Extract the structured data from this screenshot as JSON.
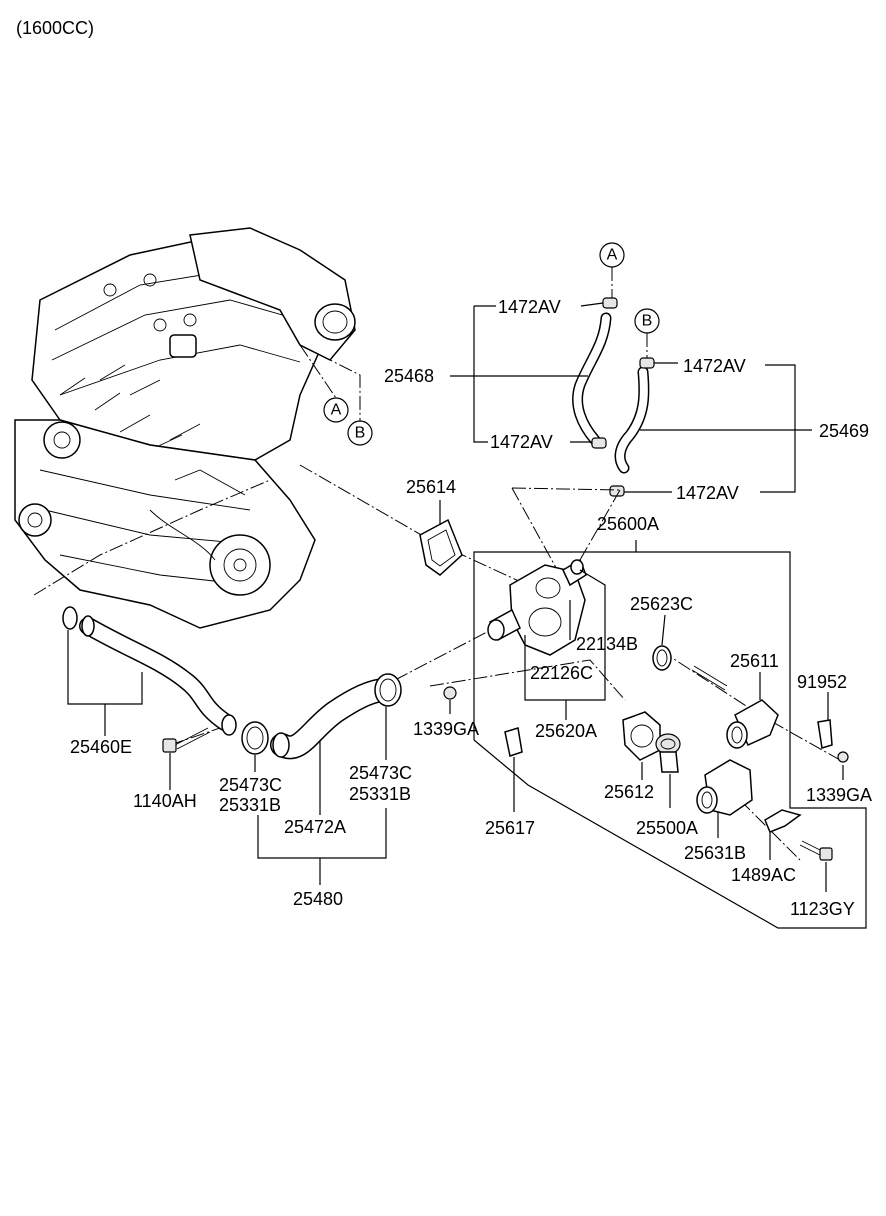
{
  "header": {
    "variant": "(1600CC)"
  },
  "refs": {
    "a": "A",
    "b": "B"
  },
  "parts": {
    "p1472av_1": "1472AV",
    "p1472av_2": "1472AV",
    "p1472av_3": "1472AV",
    "p1472av_4": "1472AV",
    "p25468": "25468",
    "p25469": "25469",
    "p25614": "25614",
    "p25600a": "25600A",
    "p25623c": "25623C",
    "p22134b": "22134B",
    "p22126c": "22126C",
    "p25620a": "25620A",
    "p25611": "25611",
    "p91952": "91952",
    "p1339ga_1": "1339GA",
    "p1339ga_2": "1339GA",
    "p25612": "25612",
    "p25500a": "25500A",
    "p25631b": "25631B",
    "p1489ac": "1489AC",
    "p1123gy": "1123GY",
    "p25617": "25617",
    "p25460e": "25460E",
    "p1140ah": "1140AH",
    "p25473c_1": "25473C",
    "p25331b_1": "25331B",
    "p25473c_2": "25473C",
    "p25331b_2": "25331B",
    "p25472a": "25472A",
    "p25480": "25480"
  }
}
